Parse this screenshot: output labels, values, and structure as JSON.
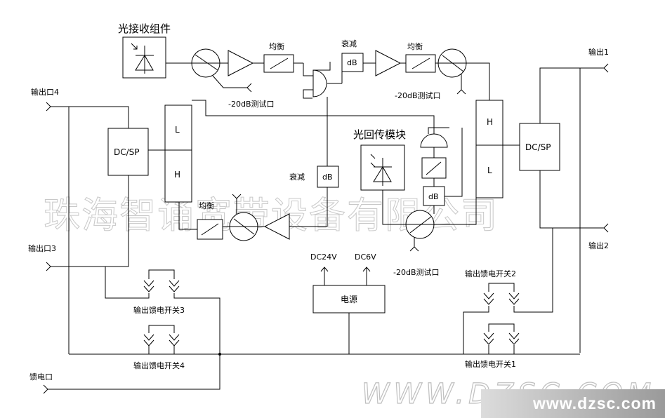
{
  "labels": {
    "optical_rx": "光接收组件",
    "eq": "均衡",
    "att": "衰减",
    "db": "dB",
    "test_port": "-20dB测试口",
    "return_module": "光回传模块",
    "dcsp": "DC/SP",
    "high": "H",
    "low": "L",
    "out1": "输出1",
    "out2": "输出2",
    "out3": "输出口3",
    "out4": "输出口4",
    "feed_port": "馈电口",
    "power": "电源",
    "dc24": "DC24V",
    "dc6": "DC6V",
    "sw1": "输出馈电开关1",
    "sw2": "输出馈电开关2",
    "sw3": "输出馈电开关3",
    "sw4": "输出馈电开关4"
  },
  "watermark": {
    "company": "珠海智诵宽带设备有限公司",
    "url": "WWW.DZSC.COM",
    "site": "www.dzsc.com"
  }
}
